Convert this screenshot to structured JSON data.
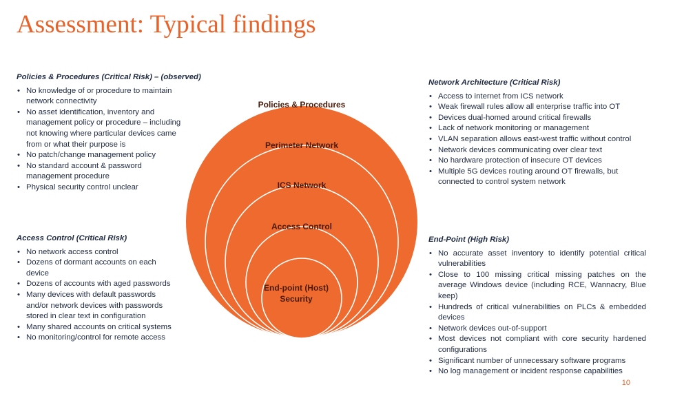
{
  "title": "Assessment:  Typical findings",
  "rings": [
    {
      "label": "Policies & Procedures"
    },
    {
      "label": "Perimeter Network"
    },
    {
      "label": "ICS Network"
    },
    {
      "label": "Access Control"
    },
    {
      "label_line1": "End-point (Host)",
      "label_line2": "Security"
    }
  ],
  "policies": {
    "heading": "Policies & Procedures (Critical Risk) –  (observed)",
    "items": [
      "No knowledge of or procedure to maintain network connectivity",
      "No asset identification, inventory and management policy or procedure – including not knowing where particular devices came from or what their purpose is",
      "No patch/change management policy",
      "No standard account & password management procedure",
      "Physical security control unclear"
    ]
  },
  "access": {
    "heading": "Access Control (Critical Risk)",
    "items": [
      "No network access control",
      "Dozens of dormant accounts on each device",
      "Dozens of accounts with aged passwords",
      "Many devices with default passwords and/or network devices with passwords stored in clear text in configuration",
      "Many shared accounts on critical systems",
      "No monitoring/control for remote access"
    ]
  },
  "network": {
    "heading": "Network Architecture (Critical Risk)",
    "items": [
      "Access to internet from ICS network",
      "Weak firewall rules allow all enterprise traffic into OT",
      "Devices dual-homed around critical firewalls",
      "Lack of network monitoring or management",
      "VLAN separation allows east-west traffic without control",
      "Network devices communicating over clear text",
      "No hardware protection of insecure OT devices",
      "Multiple 5G devices routing around OT firewalls, but connected to control system network"
    ]
  },
  "endpoint": {
    "heading": "End-Point (High Risk)",
    "items": [
      "No accurate asset inventory to identify potential critical vulnerabilities",
      "Close to 100 missing critical missing patches on the average Windows device (including RCE, Wannacry, Blue keep)",
      "Hundreds of critical vulnerabilities on PLCs & embedded devices",
      "Network devices out-of-support",
      "Most devices not compliant with core security hardened configurations",
      "Significant number of unnecessary software programs",
      "No log management or incident response capabilities"
    ]
  },
  "page_number": "10",
  "colors": {
    "accent": "#e8622a",
    "ring_fill": "#ef6a2e",
    "ring_stroke": "#ffffff",
    "text": "#1f2a44"
  }
}
